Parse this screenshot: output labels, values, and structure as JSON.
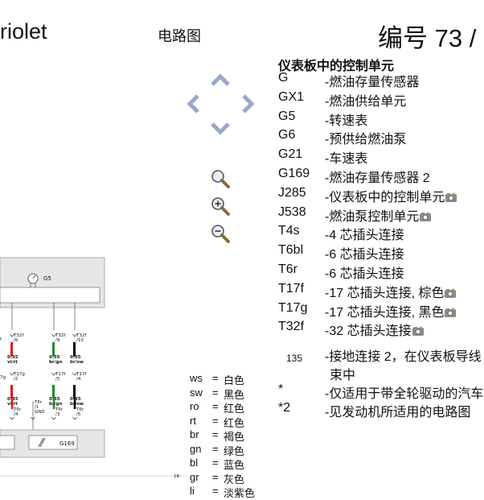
{
  "header": {
    "title_fragment": "riolet",
    "doc_type": "电路图",
    "number_label": "编号  73 /"
  },
  "legend": {
    "title": "仪表板中的控制单元",
    "items": [
      {
        "code": "G",
        "desc": "-燃油存量传感器",
        "camera": false
      },
      {
        "code": "GX1",
        "desc": "-燃油供给单元",
        "camera": false
      },
      {
        "code": "G5",
        "desc": "-转速表",
        "camera": false
      },
      {
        "code": "G6",
        "desc": "-预供给燃油泵",
        "camera": false
      },
      {
        "code": "G21",
        "desc": "-车速表",
        "camera": false
      },
      {
        "code": "G169",
        "desc": "-燃油存量传感器 2",
        "camera": false
      },
      {
        "code": "J285",
        "desc": "-仪表板中的控制单元",
        "camera": true
      },
      {
        "code": "J538",
        "desc": "-燃油泵控制单元",
        "camera": true
      },
      {
        "code": "T4s",
        "desc": "-4 芯插头连接",
        "camera": false
      },
      {
        "code": "T6bl",
        "desc": "-6 芯插头连接",
        "camera": false
      },
      {
        "code": "T6r",
        "desc": "-6 芯插头连接",
        "camera": false
      },
      {
        "code": "T17f",
        "desc": "-17 芯插头连接, 棕色",
        "camera": true
      },
      {
        "code": "T17g",
        "desc": "-17 芯插头连接, 黑色",
        "camera": true
      },
      {
        "code": "T32f",
        "desc": "-32 芯插头连接",
        "camera": true
      }
    ],
    "ground_code": "135",
    "ground_desc_1": "-接地连接 2，在仪表板导线",
    "ground_desc_2": "束中",
    "note1_code": "*",
    "note1_desc": "-仅适用于带全轮驱动的汽车",
    "note2_code": "*2",
    "note2_desc": "-见发动机所适用的电路图"
  },
  "color_key": [
    {
      "code": "ws",
      "name": "白色"
    },
    {
      "code": "sw",
      "name": "黑色"
    },
    {
      "code": "ro",
      "name": "红色"
    },
    {
      "code": "rt",
      "name": "红色"
    },
    {
      "code": "br",
      "name": "褐色"
    },
    {
      "code": "gn",
      "name": "绿色"
    },
    {
      "code": "bl",
      "name": "蓝色"
    },
    {
      "code": "gr",
      "name": "灰色"
    },
    {
      "code": "li",
      "name": "淡紫色"
    }
  ],
  "color_key_eq": "=",
  "diagram": {
    "component_g5": "G5",
    "component_g169": "G169",
    "pins_top": [
      "T32f\n/6",
      "T32f\n/9",
      "T32f\n/10"
    ],
    "t32f_left": "f",
    "t17g_left": "7g",
    "wire_section": "0.35",
    "wire_colors_top": [
      "vi/rt",
      "br/gn",
      "br/sw"
    ],
    "t17g_pins": [
      "T17g\n/2",
      "T17f\n/5",
      "T17f\n/4"
    ],
    "wire_colors_mid": [
      "vi/rt",
      "br/gn",
      "br/sw"
    ],
    "t6_pins": [
      "T6r\n/4",
      "T6r\n/1",
      "T6r\n/3",
      "T6r\n/5"
    ],
    "gnd_label": "GND",
    "page_ref": "18"
  },
  "colors": {
    "nav_arrow": "#9aa8c7",
    "diagram_box": "#e6e6e6",
    "wire_red": "#e2171f",
    "wire_green": "#1a8c2d",
    "wire_black": "#000000"
  },
  "icons": {
    "nav_up": "chevron-up-icon",
    "nav_left": "chevron-left-icon",
    "nav_right": "chevron-right-icon",
    "nav_down": "chevron-down-icon",
    "search": "search-icon",
    "zoom_in": "zoom-in-icon",
    "zoom_out": "zoom-out-icon",
    "camera": "camera-icon"
  }
}
